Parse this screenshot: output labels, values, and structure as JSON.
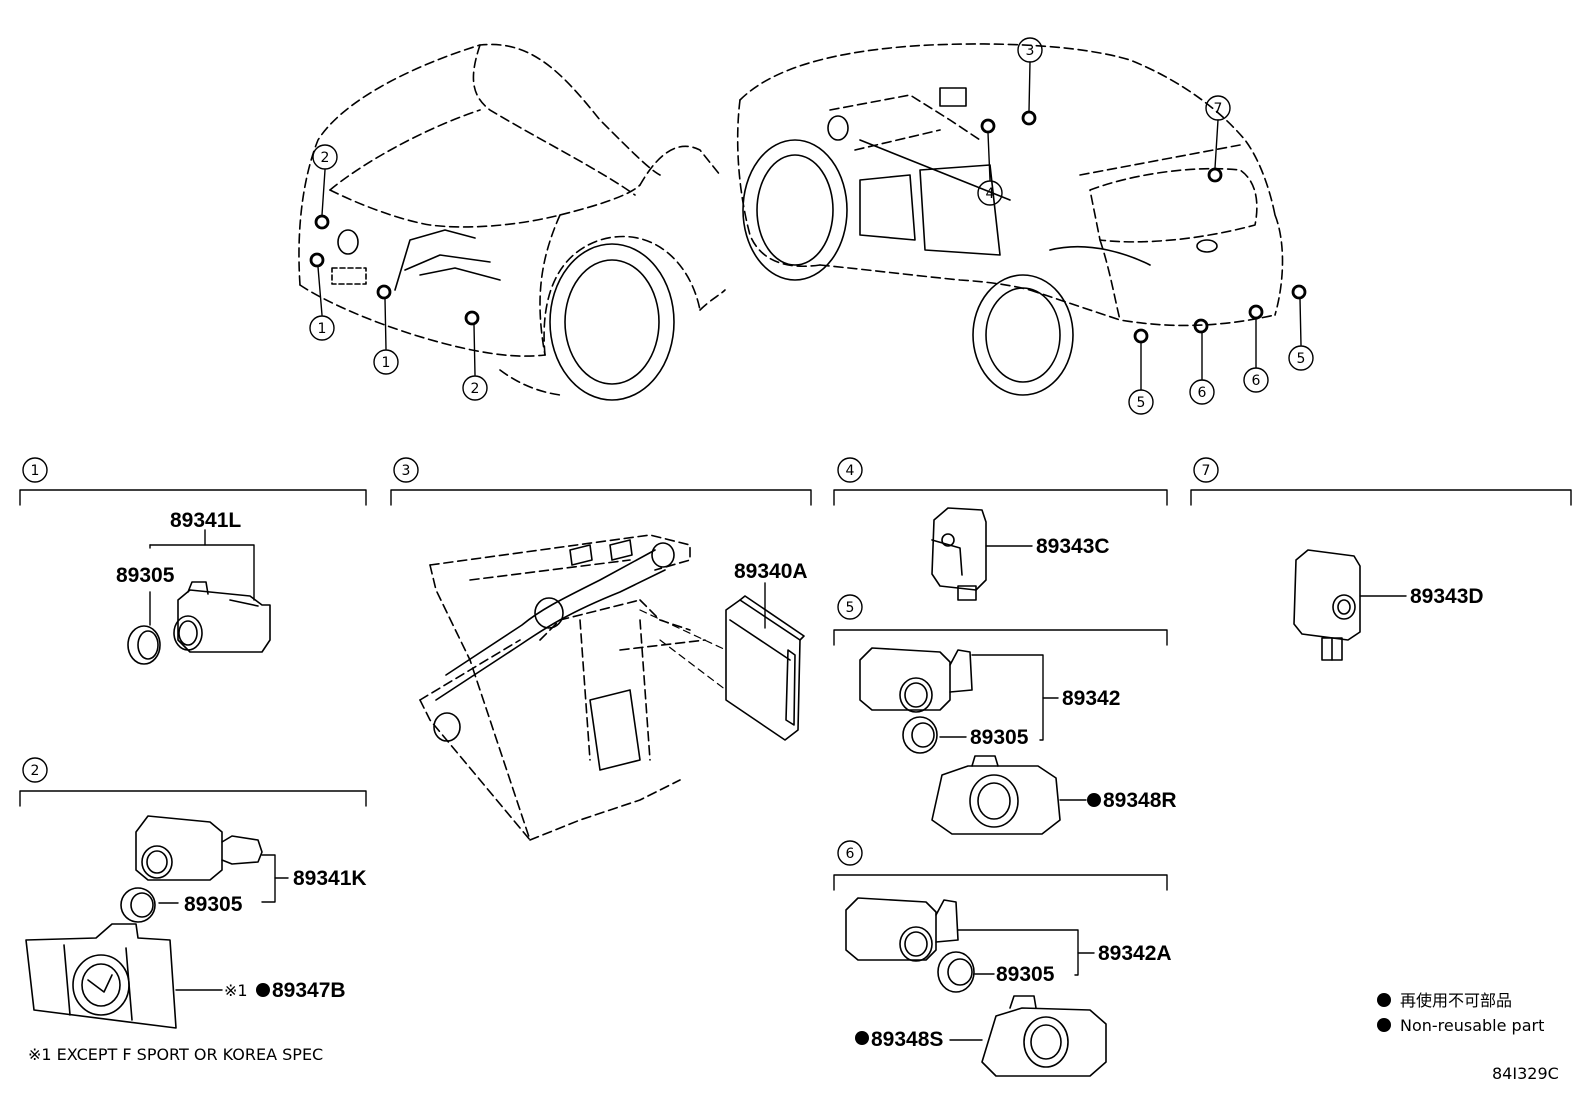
{
  "callouts": {
    "c1": "1",
    "c2": "2",
    "c3": "3",
    "c4": "4",
    "c5": "5",
    "c6": "6",
    "c7": "7"
  },
  "parts": {
    "p89341L": "89341L",
    "p89305_1": "89305",
    "p89340A": "89340A",
    "p89343C": "89343C",
    "p89342": "89342",
    "p89305_5": "89305",
    "p89348R": "89348R",
    "p89341K": "89341K",
    "p89305_2": "89305",
    "p89347B": "89347B",
    "p89342A": "89342A",
    "p89305_6": "89305",
    "p89348S": "89348S",
    "p89343D": "89343D"
  },
  "note_prefix": "※1",
  "footnote": "※1 EXCEPT F SPORT OR KOREA SPEC",
  "legend": {
    "jp": "再使用不可部品",
    "en": "Non-reusable part"
  },
  "diagram_code": "84I329C"
}
